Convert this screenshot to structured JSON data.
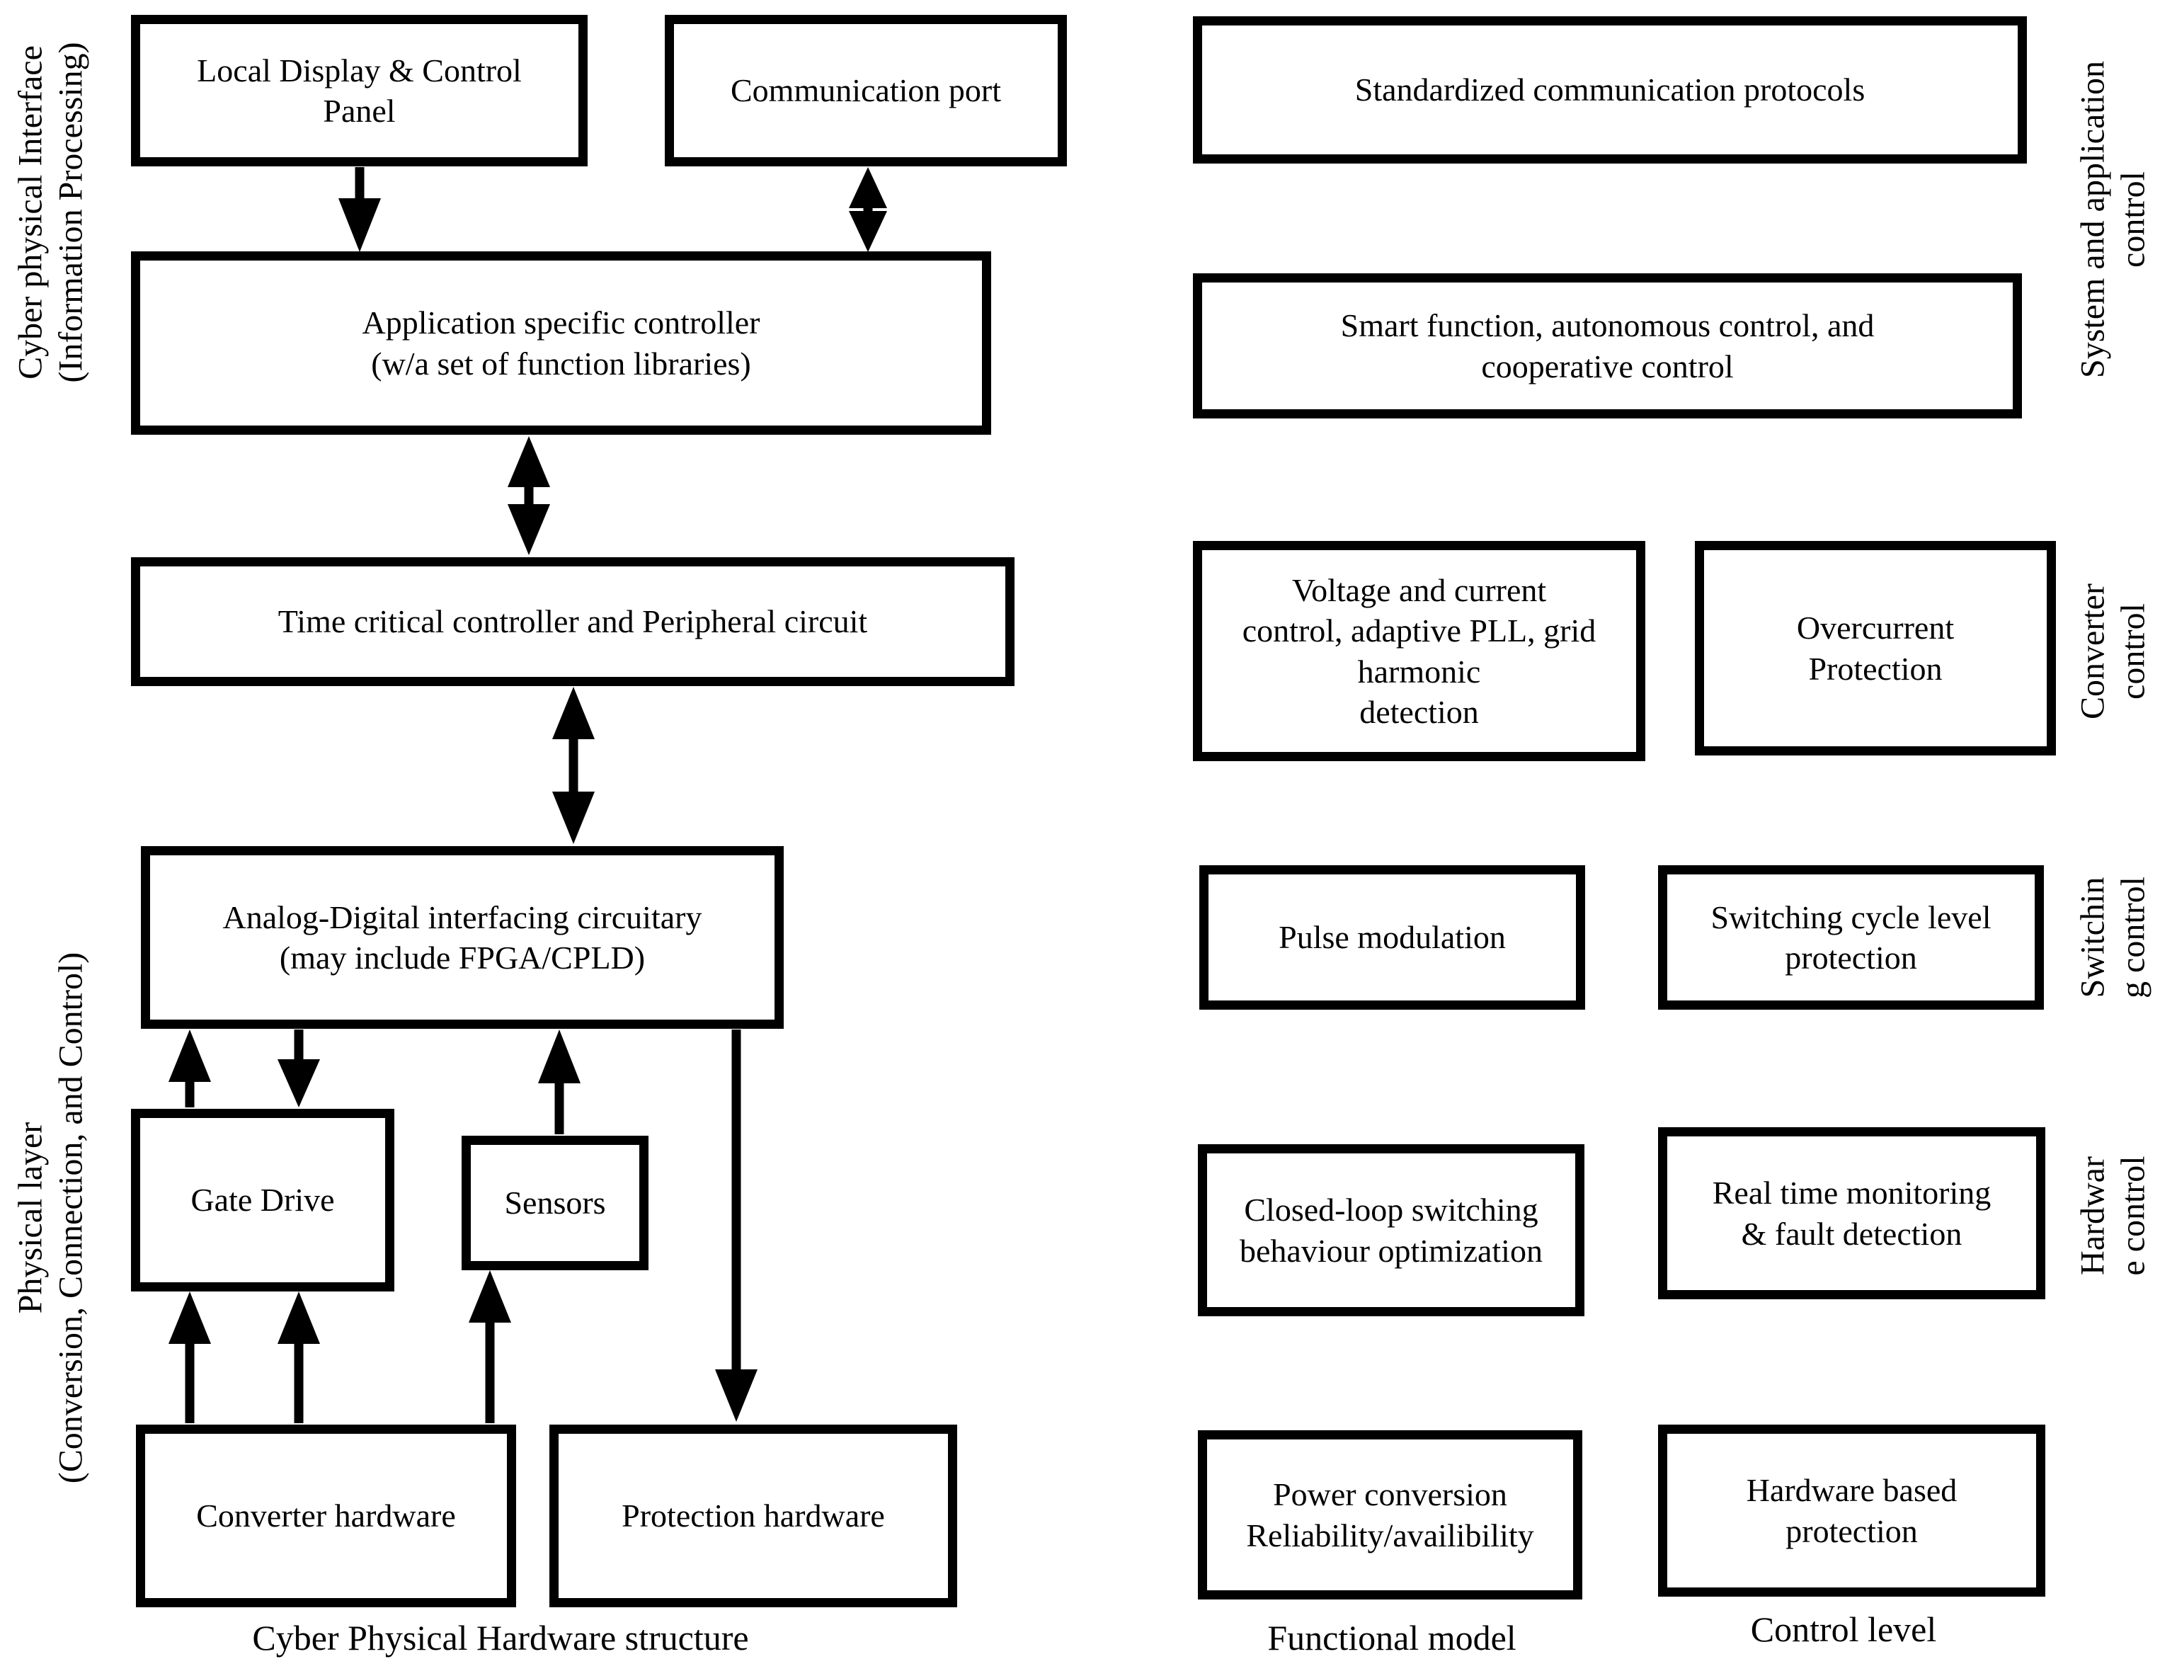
{
  "colors": {
    "ink": "#000000",
    "paper": "#ffffff"
  },
  "hardware_structure": {
    "side_label_top": "Cyber physical Interface\n(Information Processing)",
    "side_label_bottom": "Physical layer\n(Conversion, Connection, and Control)",
    "caption": "Cyber Physical Hardware structure",
    "boxes": {
      "local_display": "Local Display & Control\nPanel",
      "comm_port": "Communication port",
      "app_controller": "Application specific controller\n(w/a set of function libraries)",
      "time_critical": "Time critical controller and Peripheral circuit",
      "ad_interface": "Analog-Digital interfacing circuitary\n(may include FPGA/CPLD)",
      "gate_drive": "Gate Drive",
      "sensors": "Sensors",
      "converter_hw": "Converter hardware",
      "protection_hw": "Protection hardware"
    }
  },
  "function_model": {
    "caption": "Functional model",
    "boxes": {
      "std_comm": "Standardized communication protocols",
      "smart_func": "Smart function, autonomous control, and\ncooperative control",
      "voltage_current": "Voltage and current\ncontrol, adaptive PLL, grid\nharmonic\ndetection",
      "pulse_mod": "Pulse modulation",
      "closed_loop": "Closed-loop switching\nbehaviour optimization",
      "power_conv": "Power conversion\nReliability/availibility"
    }
  },
  "control_level": {
    "caption": "Control level",
    "side_labels": {
      "system_application": "System and application\ncontrol",
      "converter": "Converter\ncontrol",
      "switching": "Switchin\ng control",
      "hardware": "Hardwar\ne control"
    },
    "boxes": {
      "overcurrent": "Overcurrent\nProtection",
      "switching_cycle": "Switching cycle level\nprotection",
      "realtime_mon": "Real time monitoring\n& fault detection",
      "hw_protection": "Hardware based\nprotection"
    }
  }
}
